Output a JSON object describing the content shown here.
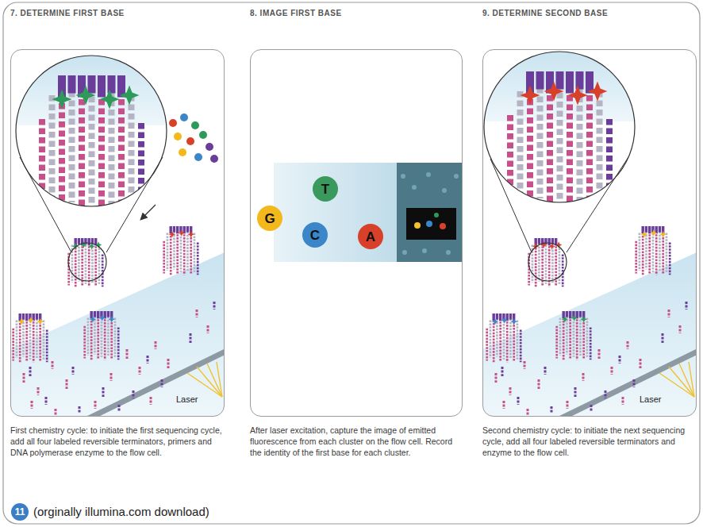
{
  "diagram": {
    "nodes": [
      {
        "text": [
          "7. DETERMINE FIRST BASE",
          "First chemistry cycle: to initiate the first sequencing cycle, add all four labeled reversible terminators, primers and DNA polymerase enzyme to the flow cell."
        ]
      },
      {
        "text": [
          "8. IMAGE FIRST BASE",
          "After laser excitation, capture the image of emitted fluorescence from each cluster on the flow cell. Record the identity of the first base for each cluster."
        ]
      },
      {
        "text": [
          "9. DETERMINE SECOND BASE",
          "Second chemistry cycle: to initiate the next sequencing cycle, add all four labeled reversible terminators and enzyme to the flow cell."
        ]
      },
      {
        "text": [
          "T"
        ],
        "in": 1
      },
      {
        "text": [
          "G"
        ],
        "in": 1
      },
      {
        "text": [
          "C"
        ],
        "in": 1
      },
      {
        "text": [
          "A"
        ],
        "in": 1
      },
      {
        "text": [
          "11"
        ]
      }
    ],
    "labels": [
      "Laser",
      "Laser",
      "(orginally illumina.com download)"
    ]
  }
}
